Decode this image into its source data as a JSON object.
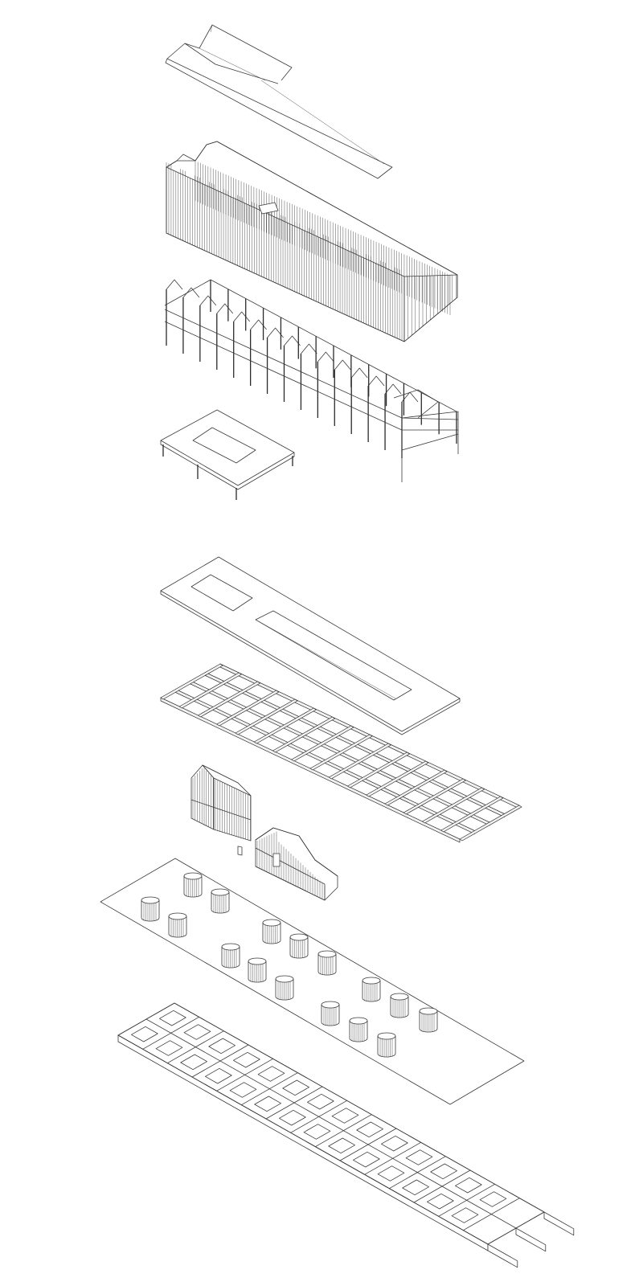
{
  "diagram": {
    "type": "exploded-axonometric",
    "colors": {
      "line": "#3a3a3a",
      "background": "#ffffff",
      "beam_fill": "#f2f2f2"
    },
    "layers": [
      {
        "id": "roof-cap"
      },
      {
        "id": "timber-envelope"
      },
      {
        "id": "primary-frame"
      },
      {
        "id": "courtyard-frame"
      },
      {
        "id": "floor-slab"
      },
      {
        "id": "beam-grid"
      },
      {
        "id": "stair-tower"
      },
      {
        "id": "stair-block"
      },
      {
        "id": "base-platform-with-column-pods"
      },
      {
        "id": "foundation"
      }
    ]
  }
}
